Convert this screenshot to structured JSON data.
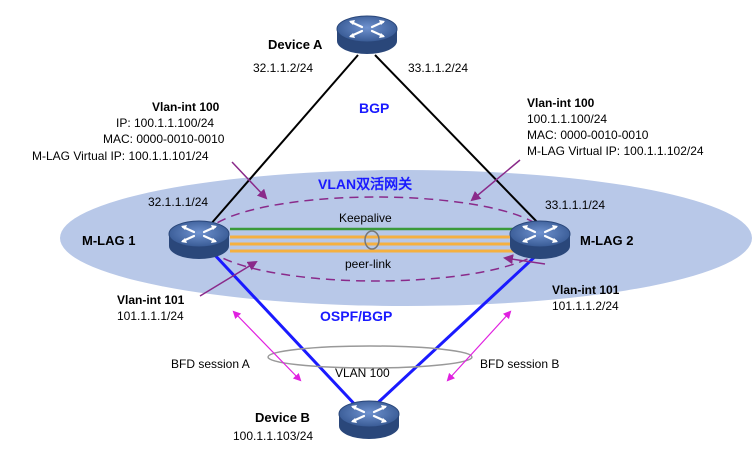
{
  "colors": {
    "ellipse": "#b8c8e8",
    "blue_link": "#1a1aff",
    "peer_link": "#f5b040",
    "keepalive": "#3a9a3a",
    "dashed": "#8a2a8a",
    "bfd_arrow": "#e020e0",
    "device_body": "#3a5f9e"
  },
  "devices": {
    "device_a": {
      "name": "Device A",
      "ip_left": "32.1.1.2/24",
      "ip_right": "33.1.1.2/24"
    },
    "device_b": {
      "name": "Device B",
      "ip": "100.1.1.103/24"
    },
    "mlag1": {
      "name": "M-LAG 1",
      "ip": "32.1.1.1/24"
    },
    "mlag2": {
      "name": "M-LAG 2",
      "ip": "33.1.1.1/24"
    }
  },
  "protocols": {
    "top": "BGP",
    "bottom": "OSPF/BGP",
    "gateway": "VLAN双活网关"
  },
  "links": {
    "keepalive": "Keepalive",
    "peer_link": "peer-link",
    "vlan": "VLAN 100"
  },
  "vlan_int_left_100": {
    "title": "Vlan-int 100",
    "ip": "IP: 100.1.1.100/24",
    "mac": "MAC: 0000-0010-0010",
    "vip": "M-LAG Virtual IP: 100.1.1.101/24"
  },
  "vlan_int_right_100": {
    "title": "Vlan-int 100",
    "ip": "100.1.1.100/24",
    "mac": "MAC: 0000-0010-0010",
    "vip": "M-LAG Virtual IP: 100.1.1.102/24"
  },
  "vlan_int_left_101": {
    "title": "Vlan-int 101",
    "ip": "101.1.1.1/24"
  },
  "vlan_int_right_101": {
    "title": "Vlan-int 101",
    "ip": "101.1.1.2/24"
  },
  "bfd": {
    "a": "BFD session A",
    "b": "BFD session B"
  },
  "icons": {
    "router": "router-icon"
  }
}
